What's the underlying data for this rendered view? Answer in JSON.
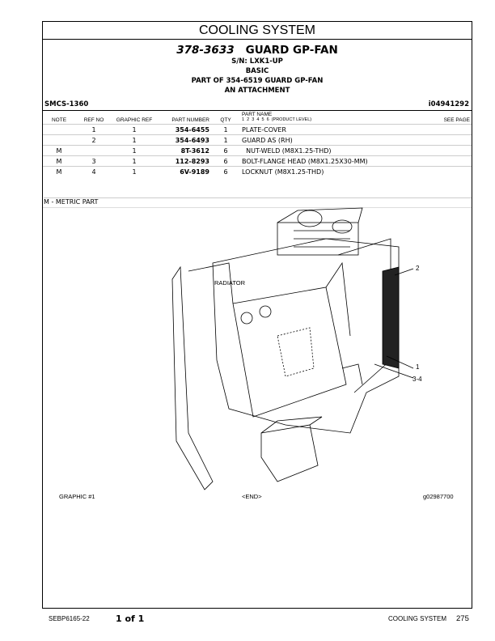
{
  "section_title": "COOLING SYSTEM",
  "group": {
    "part_number": "378-3633",
    "name": "GUARD GP-FAN",
    "lines": [
      "S/N: LXK1-UP",
      "BASIC",
      "PART OF 354-6519 GUARD GP-FAN",
      "AN ATTACHMENT"
    ]
  },
  "smcs": "SMCS-1360",
  "doc_id": "i04941292",
  "columns": {
    "note": "NOTE",
    "ref_no": "REF NO",
    "graphic_ref": "GRAPHIC REF",
    "part_number": "PART NUMBER",
    "qty": "QTY",
    "part_name": "PART NAME",
    "levels": "1  2  3  4  5  6  (PRODUCT LEVEL)",
    "see_page": "SEE PAGE"
  },
  "rows": [
    {
      "note": "",
      "ref": "1",
      "graphic": "1",
      "part": "354-6455",
      "qty": "1",
      "name": "PLATE-COVER"
    },
    {
      "note": "",
      "ref": "2",
      "graphic": "1",
      "part": "354-6493",
      "qty": "1",
      "name": "GUARD AS (RH)"
    },
    {
      "note": "M",
      "ref": "",
      "graphic": "1",
      "part": "8T-3612",
      "qty": "6",
      "name": "  NUT-WELD (M8X1.25-THD)"
    },
    {
      "note": "M",
      "ref": "3",
      "graphic": "1",
      "part": "112-8293",
      "qty": "6",
      "name": "BOLT-FLANGE HEAD (M8X1.25X30-MM)"
    },
    {
      "note": "M",
      "ref": "4",
      "graphic": "1",
      "part": "6V-9189",
      "qty": "6",
      "name": "LOCKNUT (M8X1.25-THD)"
    }
  ],
  "legend": "M - METRIC PART",
  "drawing": {
    "labels": {
      "radiator": "RADIATOR",
      "c2": "2",
      "c1": "1",
      "c34": "3-4"
    }
  },
  "graphic_caption": "GRAPHIC #1",
  "end_marker": "<END>",
  "graphic_id": "g02987700",
  "footer": {
    "doc": "SEBP6165-22",
    "pages": "1 of 1",
    "section": "COOLING SYSTEM",
    "page_no": "275"
  }
}
